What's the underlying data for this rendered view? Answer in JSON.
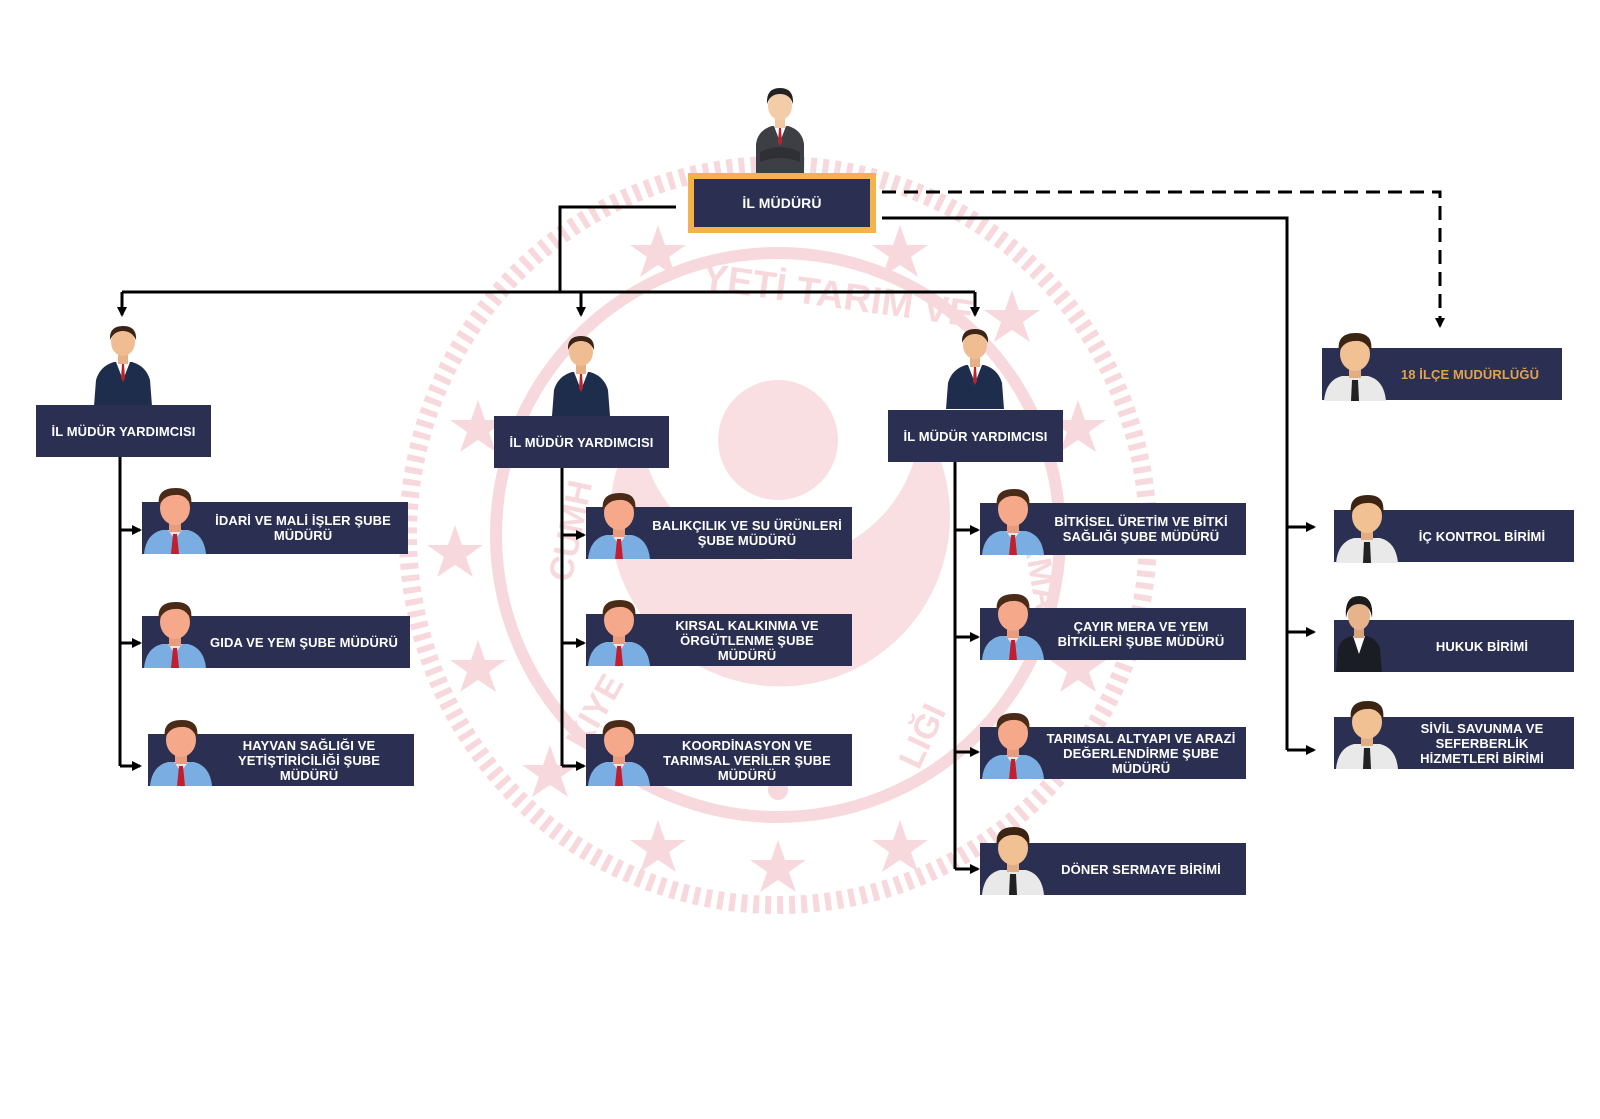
{
  "colors": {
    "box": "#2b3052",
    "box_text": "#ffffff",
    "top_border": "#f3b24a",
    "district_text": "#e1a24e",
    "line": "#000000",
    "watermark": "#f3c7cd"
  },
  "watermark": {
    "text_top": "YETİ TARIM VE",
    "text_left": "CUMH",
    "text_bottom": "KIYE",
    "text_right": "ORMAN",
    "text_right_low": "LIĞI"
  },
  "top": {
    "label": "İL MÜDÜRÜ"
  },
  "deputies": [
    {
      "label": "İL MÜDÜR YARDIMCISI",
      "units": [
        {
          "label": "İDARİ VE MALİ İŞLER ŞUBE MÜDÜRÜ"
        },
        {
          "label": "GIDA VE YEM ŞUBE MÜDÜRÜ"
        },
        {
          "label": "HAYVAN SAĞLIĞI VE YETİŞTİRİCİLİĞİ ŞUBE MÜDÜRÜ"
        }
      ]
    },
    {
      "label": "İL MÜDÜR YARDIMCISI",
      "units": [
        {
          "label": "BALIKÇILIK VE SU ÜRÜNLERİ ŞUBE MÜDÜRÜ"
        },
        {
          "label": "KIRSAL KALKINMA VE ÖRGÜTLENME ŞUBE MÜDÜRÜ"
        },
        {
          "label": "KOORDİNASYON VE TARIMSAL VERİLER ŞUBE MÜDÜRÜ"
        }
      ]
    },
    {
      "label": "İL MÜDÜR YARDIMCISI",
      "units": [
        {
          "label": "BİTKİSEL ÜRETİM VE BİTKİ SAĞLIĞI ŞUBE MÜDÜRÜ"
        },
        {
          "label": "ÇAYIR MERA VE YEM BİTKİLERİ ŞUBE MÜDÜRÜ"
        },
        {
          "label": "TARIMSAL ALTYAPI VE ARAZİ DEĞERLENDİRME ŞUBE MÜDÜRÜ"
        },
        {
          "label": "DÖNER SERMAYE BİRİMİ"
        }
      ]
    }
  ],
  "district": {
    "label": "18 İLÇE MUDÜRLÜĞÜ"
  },
  "direct_units": [
    {
      "label": "İÇ KONTROL BİRİMİ"
    },
    {
      "label": "HUKUK BİRİMİ"
    },
    {
      "label": "SİVİL SAVUNMA VE SEFERBERLİK HİZMETLERİ BİRİMİ"
    }
  ],
  "icons": {
    "top": "manager-suit-arms-crossed-icon",
    "deputy": "deputy-suit-icon",
    "unit": "staff-blue-shirt-icon",
    "staff": "staff-white-shirt-icon",
    "lawyer": "lawyer-female-icon"
  }
}
